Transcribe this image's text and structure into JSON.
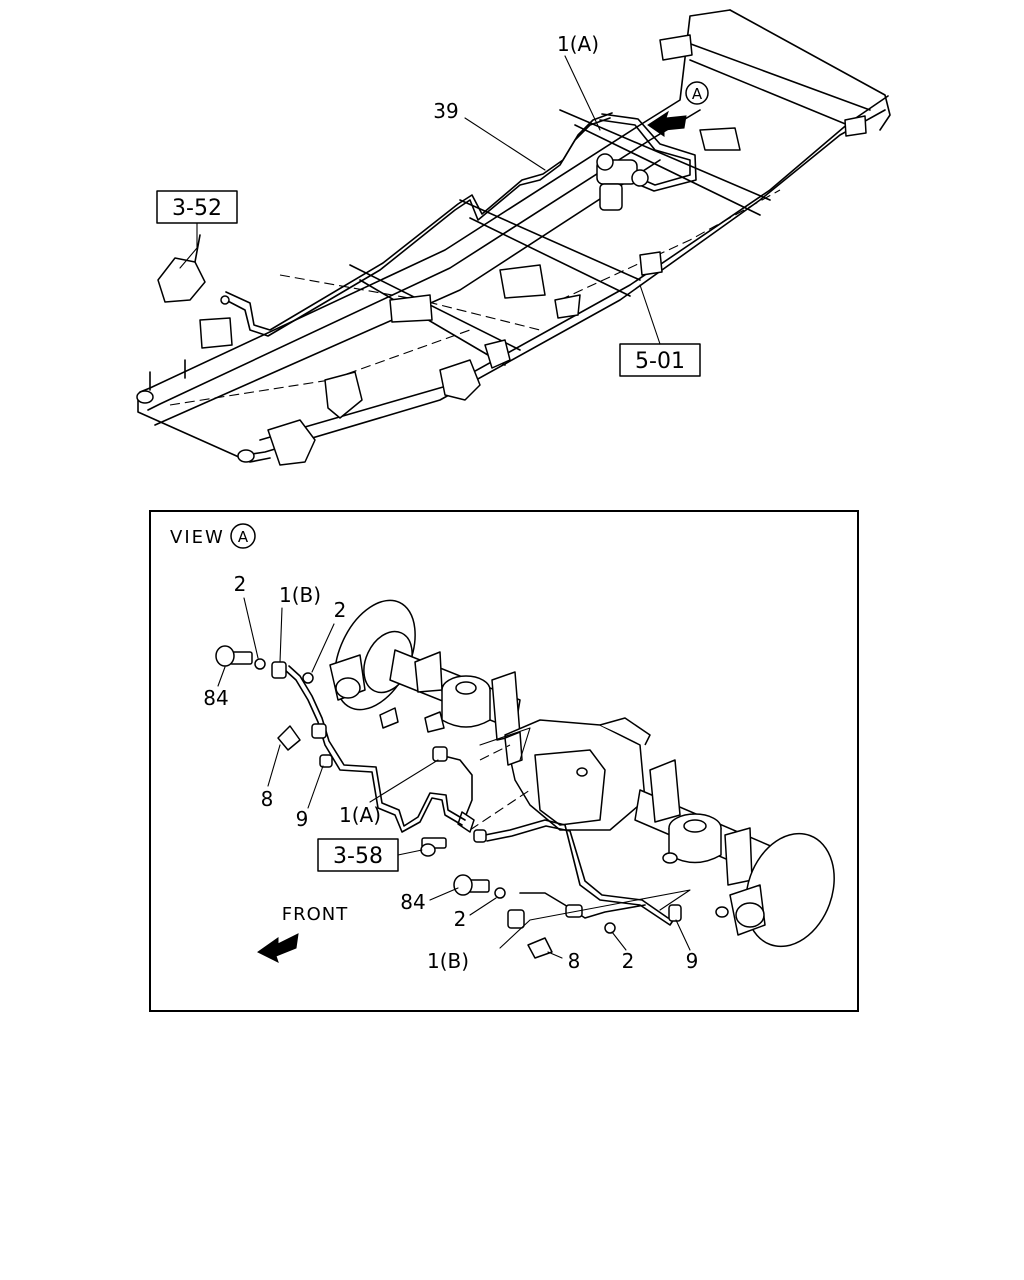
{
  "top_diagram": {
    "callouts": {
      "ref_3_52": "3-52",
      "ref_5_01": "5-01",
      "part_39": "39",
      "part_1a": "1(A)",
      "view_marker": "A"
    }
  },
  "view_a": {
    "title": "VIEW",
    "title_marker": "A",
    "front_label": "FRONT",
    "callouts": {
      "part_2_top_left": "2",
      "part_1b_top": "1(B)",
      "part_2_top_right": "2",
      "part_84_top": "84",
      "part_8_left": "8",
      "part_9_left": "9",
      "part_1a_view": "1(A)",
      "ref_3_58": "3-58",
      "part_84_bottom": "84",
      "part_2_bottom_left": "2",
      "part_1b_bottom": "1(B)",
      "part_8_bottom": "8",
      "part_2_bottom_right": "2",
      "part_9_right": "9"
    }
  }
}
